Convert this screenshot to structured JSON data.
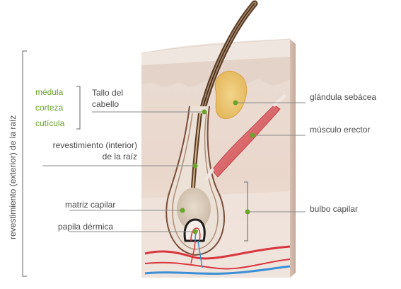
{
  "labels": {
    "root_sheath_outer": "revestimiento (exterior) de la raíz",
    "medulla": "médula",
    "cortex": "corteza",
    "cuticle": "cutícula",
    "hair_shaft": "Tallo del cabello",
    "inner_root_sheath": "revestimiento (interior) de la raíz",
    "hair_matrix": "matriz capilar",
    "dermal_papilla": "papila dérmica",
    "sebaceous_gland": "glándula sebácea",
    "erector_muscle": "músculo erector",
    "hair_bulb": "bulbo capilar"
  },
  "colors": {
    "accent_green": "#6aa52b",
    "label_text": "#4a4a4a",
    "pointer_line": "#8a8a8a",
    "skin_top": "#ede4dc",
    "dermis": "#e6d4c9",
    "blood_red": "#d9363e",
    "blood_blue": "#3a8fd6"
  }
}
